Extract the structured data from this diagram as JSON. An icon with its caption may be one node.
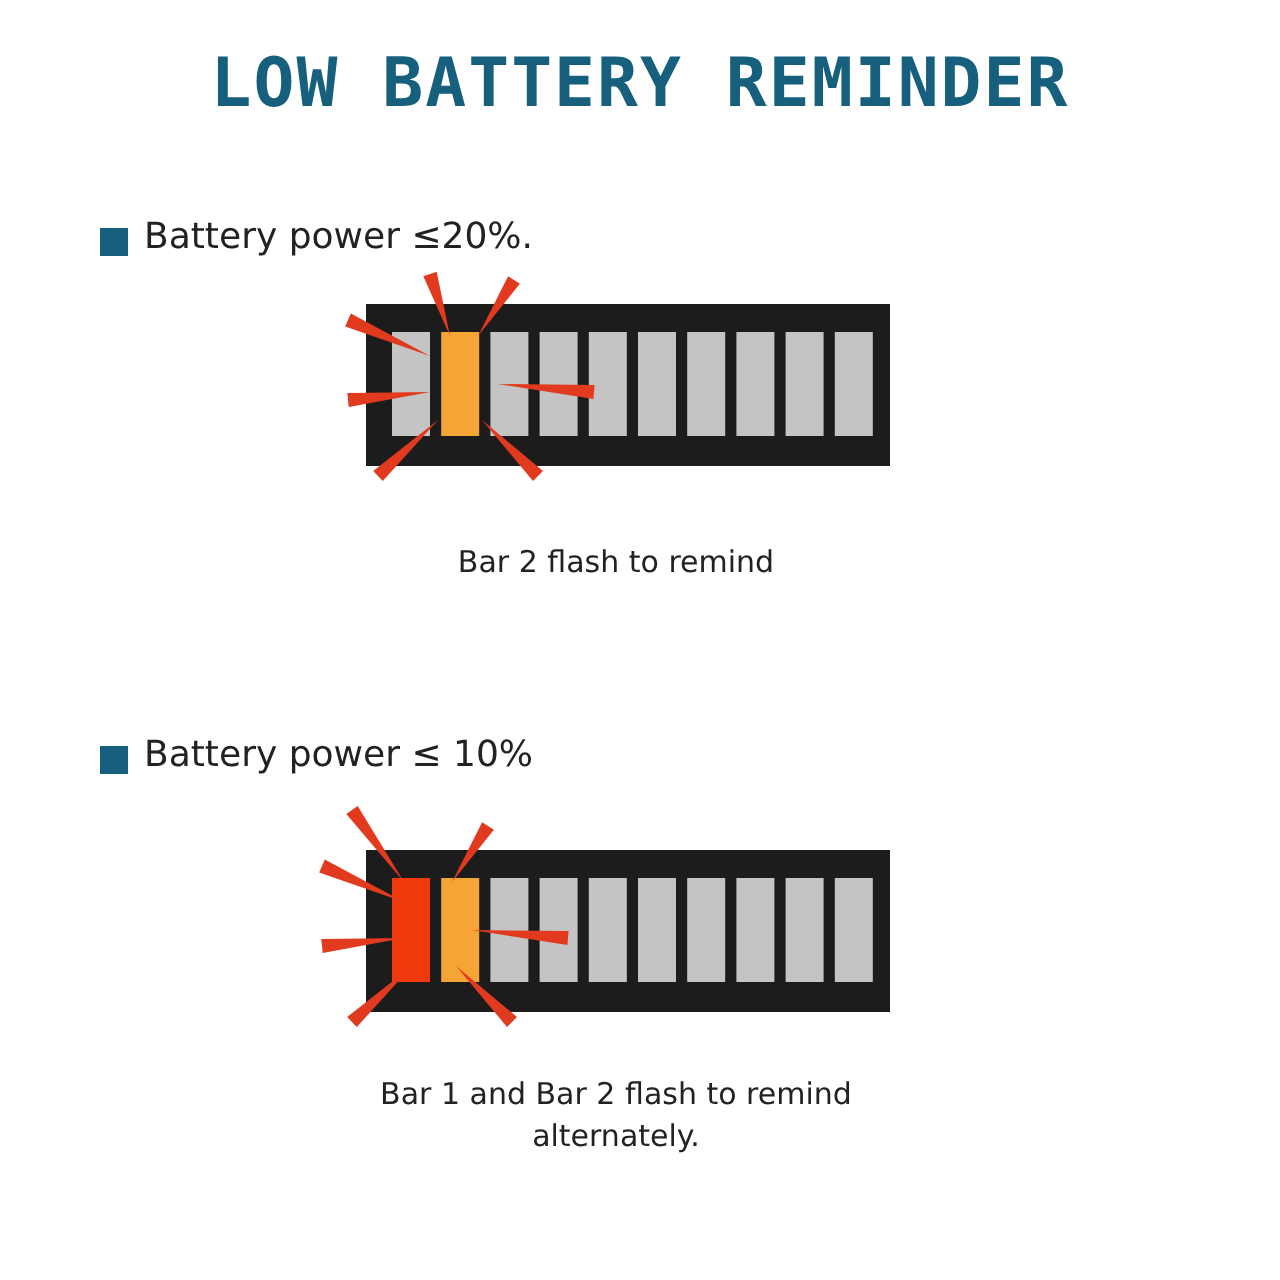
{
  "diagram": {
    "title": "LOW BATTERY REMINDER",
    "labels": [
      "Battery power ≤20%.",
      "Bar 2 flash to remind",
      "Battery power ≤ 10%",
      "Bar 1 and Bar 2 flash to remind alternately."
    ]
  }
}
